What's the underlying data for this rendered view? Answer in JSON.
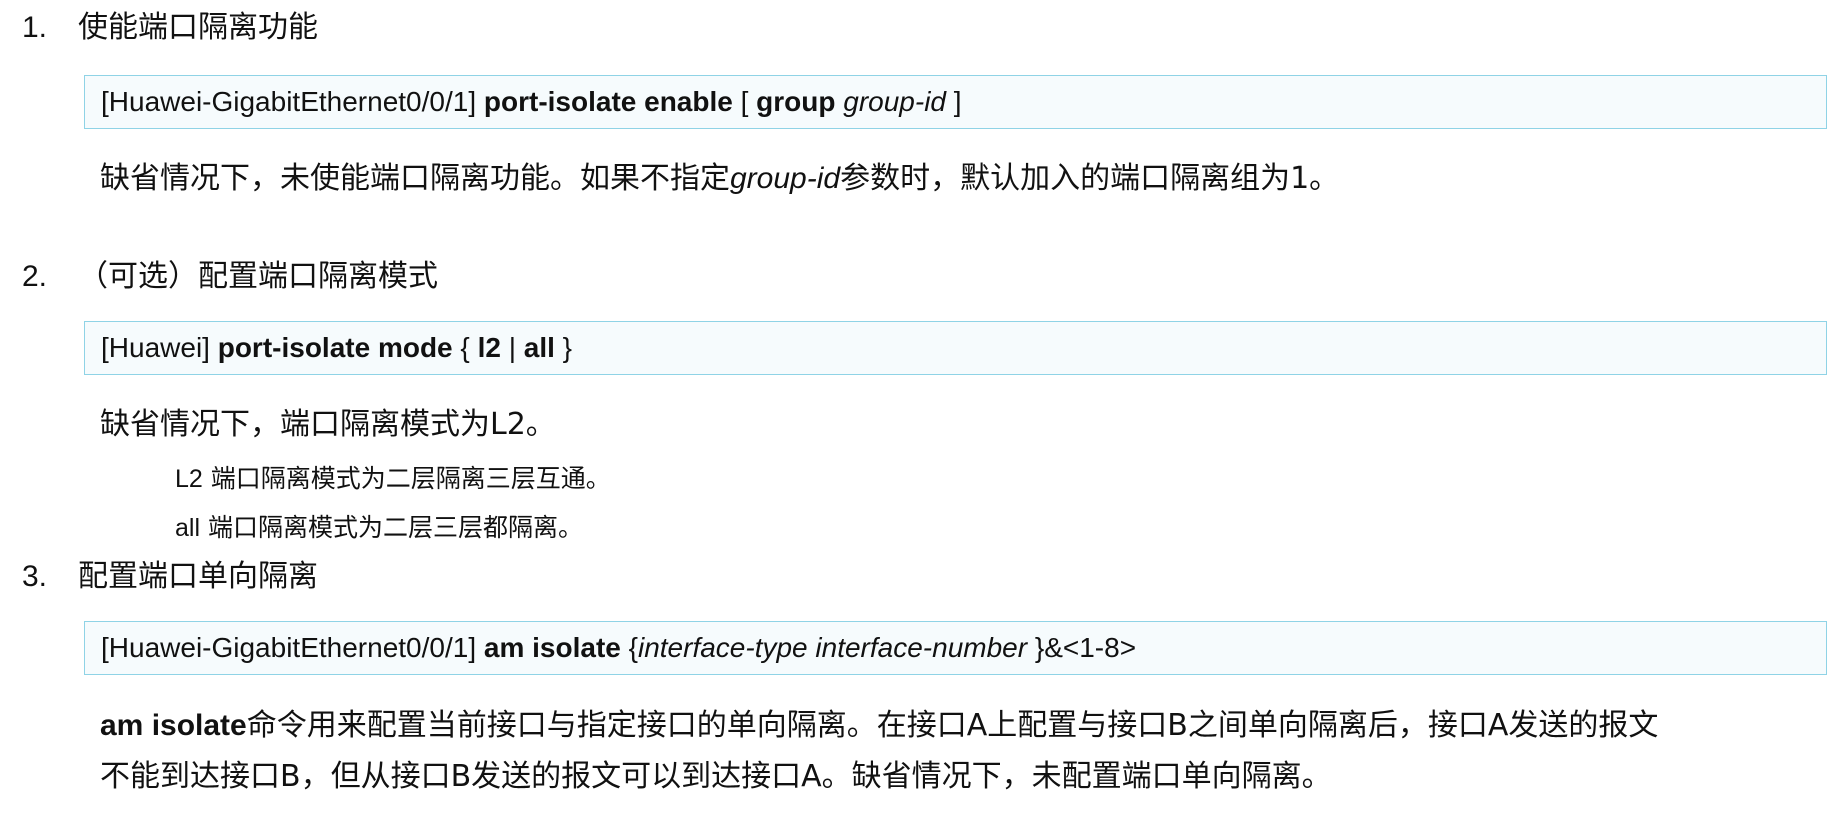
{
  "steps": [
    {
      "number": "1.",
      "title": "使能端口隔离功能",
      "command": {
        "prefix": "[Huawei-GigabitEthernet0/0/1] ",
        "keyword1": "port-isolate enable",
        "mid1": " [ ",
        "keyword2": "group",
        "mid2": " ",
        "param": "group-id",
        "suffix": " ]"
      },
      "desc": {
        "part1": "缺省情况下，未使能端口隔离功能。如果不指定",
        "param": "group-id",
        "part2": "参数时，默认加入的端口隔离组为1。"
      }
    },
    {
      "number": "2.",
      "title": "（可选）配置端口隔离模式",
      "command": {
        "prefix": "[Huawei] ",
        "keyword1": "port-isolate mode",
        "mid1": " { ",
        "keyword2": "l2",
        "mid2": " | ",
        "keyword3": "all",
        "suffix": " }"
      },
      "desc": "缺省情况下，端口隔离模式为L2。",
      "sub_items": [
        {
          "term": "L2",
          "text": " 端口隔离模式为二层隔离三层互通。"
        },
        {
          "term": "all",
          "text": " 端口隔离模式为二层三层都隔离。"
        }
      ]
    },
    {
      "number": "3.",
      "title": "配置端口单向隔离",
      "command": {
        "prefix": "[Huawei-GigabitEthernet0/0/1] ",
        "keyword1": "am isolate",
        "mid1": " {",
        "param": "interface-type interface-number",
        "suffix": " }&<1-8>"
      },
      "desc": {
        "keyword": "am isolate",
        "line1": "命令用来配置当前接口与指定接口的单向隔离。在接口A上配置与接口B之间单向隔离后，接口A发送的报文",
        "line2": "不能到达接口B，但从接口B发送的报文可以到达接口A。缺省情况下，未配置端口单向隔离。"
      }
    }
  ],
  "colors": {
    "command_box_border": "#8fd3e6",
    "command_box_background": "#f6fbfd",
    "text": "#111111"
  }
}
